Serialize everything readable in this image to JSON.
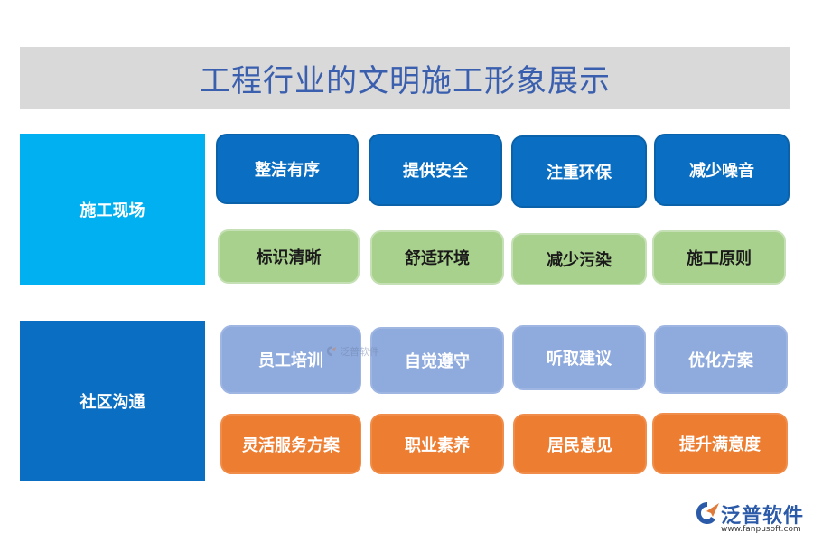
{
  "title": "工程行业的文明施工形象展示",
  "sections": [
    {
      "label": "施工现场",
      "color": "#00b0f0",
      "rows": [
        {
          "color": "#0a6fc2",
          "items": [
            "整洁有序",
            "提供安全",
            "注重环保",
            "减少噪音"
          ]
        },
        {
          "color": "#a9d18e",
          "items": [
            "标识清晰",
            "舒适环境",
            "减少污染",
            "施工原则"
          ]
        }
      ]
    },
    {
      "label": "社区沟通",
      "color": "#0a6fc2",
      "rows": [
        {
          "color": "#8faadc",
          "items": [
            "员工培训",
            "自觉遵守",
            "听取建议",
            "优化方案"
          ]
        },
        {
          "color": "#ed7d31",
          "items": [
            "灵活服务方案",
            "职业素养",
            "居民意见",
            "提升满意度"
          ]
        }
      ]
    }
  ],
  "logo": {
    "brand": "泛普软件",
    "url": "www.fanpusoft.com",
    "icon": "fanpu-logo-icon"
  },
  "watermark": {
    "text": "泛普软件",
    "icon": "fanpu-logo-icon"
  }
}
